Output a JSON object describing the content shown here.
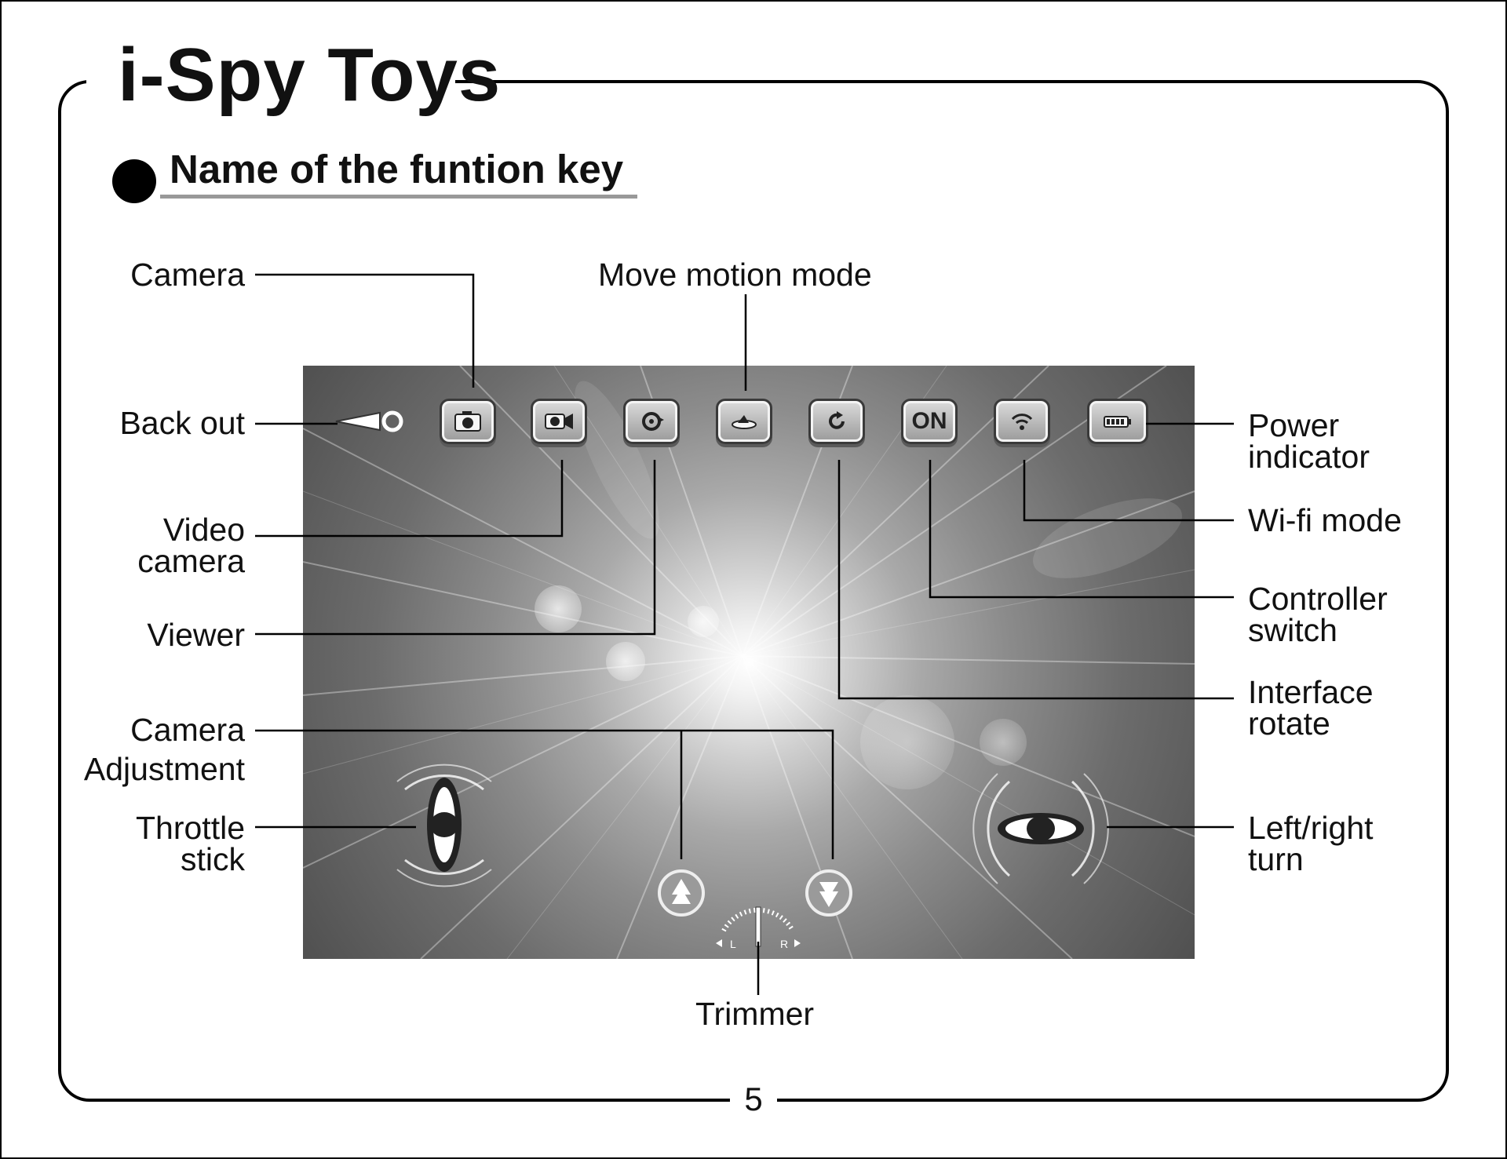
{
  "brand": "i-Spy Toys",
  "section_title": "Name of the funtion key",
  "page_number": "5",
  "screen": {
    "controller_button_label": "ON",
    "trim_left": "L",
    "trim_right": "R",
    "icons": [
      "back-out-icon",
      "camera-icon",
      "video-camera-icon",
      "viewer-icon",
      "move-motion-icon",
      "rotate-icon",
      "on-switch",
      "wifi-icon",
      "battery-icon",
      "throttle-stick-icon",
      "trim-up-icon",
      "trim-down-icon",
      "steering-icon",
      "trimmer-gauge-icon"
    ]
  },
  "labels": {
    "camera": "Camera",
    "move_motion_mode": "Move motion mode",
    "back_out": "Back out",
    "power_indicator": [
      "Power",
      "indicator"
    ],
    "video_camera": [
      "Video",
      "camera"
    ],
    "wifi_mode": "Wi-fi mode",
    "controller_switch": [
      "Controller",
      "switch"
    ],
    "viewer": "Viewer",
    "interface_rotate": [
      "Interface",
      "rotate"
    ],
    "camera_adjustment": [
      "Camera",
      "Adjustment"
    ],
    "throttle_stick": [
      "Throttle",
      "stick"
    ],
    "left_right_turn": [
      "Left/right",
      "turn"
    ],
    "trimmer": "Trimmer"
  }
}
